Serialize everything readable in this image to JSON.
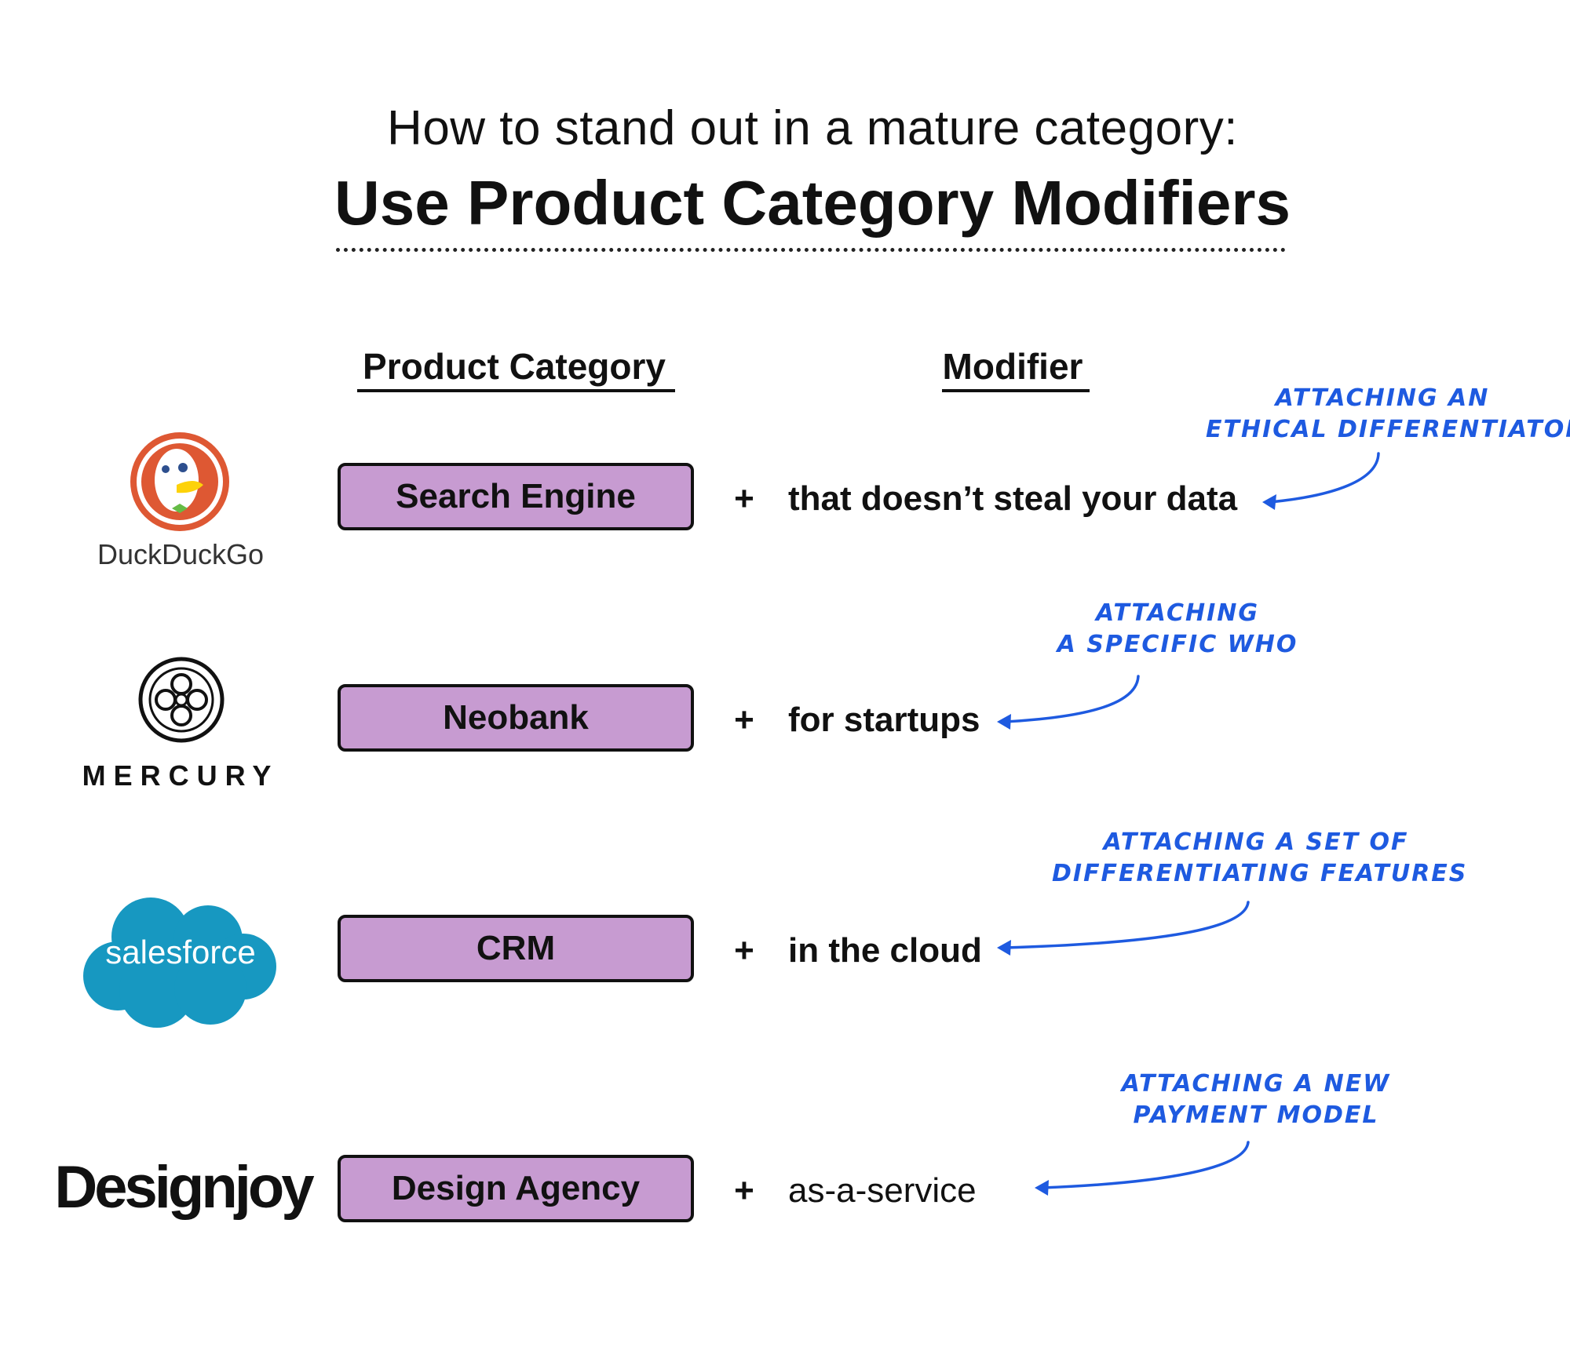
{
  "header": {
    "subtitle": "How to stand out in a mature category:",
    "title": "Use Product Category Modifiers"
  },
  "columns": {
    "product_category": "Product Category",
    "modifier": "Modifier"
  },
  "rows": [
    {
      "brand": "DuckDuckGo",
      "category": "Search Engine",
      "plus": "+",
      "modifier": "that doesn’t steal your data",
      "annotation": [
        "Attaching an",
        "ethical differentiator"
      ]
    },
    {
      "brand": "MERCURY",
      "category": "Neobank",
      "plus": "+",
      "modifier": "for startups",
      "annotation": [
        "Attaching",
        "a specific who"
      ]
    },
    {
      "brand": "salesforce",
      "category": "CRM",
      "plus": "+",
      "modifier": "in the cloud",
      "annotation": [
        "Attaching a set of",
        "differentiating features"
      ]
    },
    {
      "brand": "Designjoy",
      "category": "Design Agency",
      "plus": "+",
      "modifier": "as-a-service",
      "annotation": [
        "Attaching a new",
        "payment model"
      ]
    }
  ],
  "colors": {
    "pill_fill": "#c79bd1",
    "annotation_blue": "#1e5ae0",
    "ddg_orange": "#de5833",
    "salesforce_blue": "#1798c1"
  },
  "icons": [
    "duckduckgo-logo-icon",
    "mercury-logo-icon",
    "salesforce-cloud-icon",
    "arrow-left-icon"
  ]
}
